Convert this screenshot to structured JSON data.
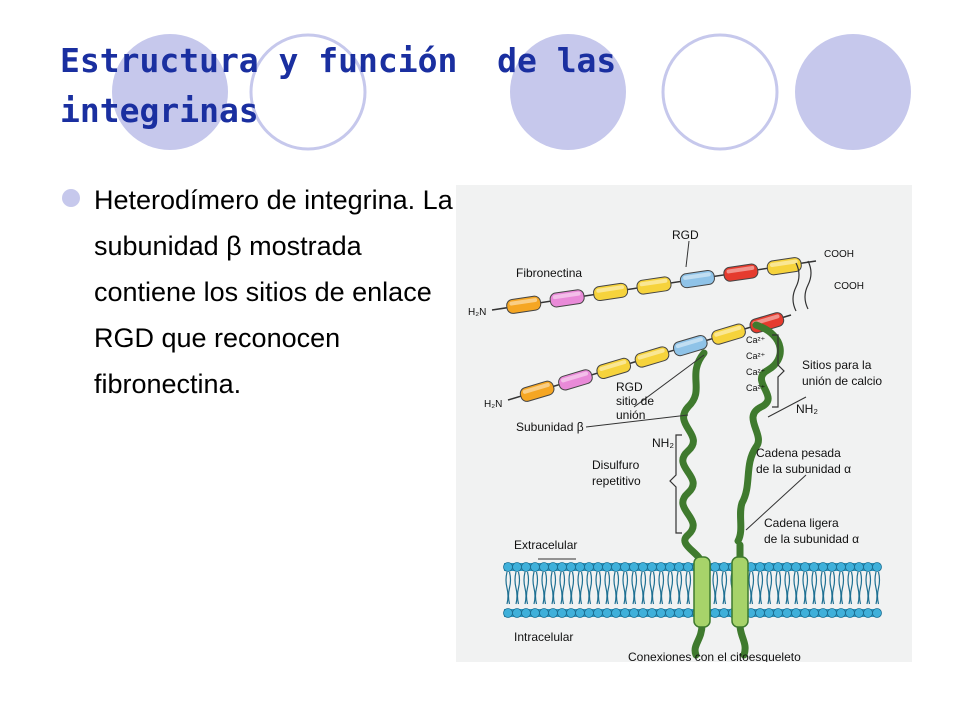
{
  "slide": {
    "title": "Estructura y función  de las\nintegrinas",
    "bullet_text": "Heterodímero de integrina. La subunidad β mostrada contiene los sitios de enlace RGD que reconocen fibronectina."
  },
  "colors": {
    "title": "#1a2fa0",
    "decor_fill": "#c6c8ec",
    "membrane": "#2a9cc7",
    "helix": "#3f7a2e"
  },
  "figure": {
    "labels": {
      "rgd_top": "RGD",
      "fibronectina": "Fibronectina",
      "cooh_1": "COOH",
      "cooh_2": "COOH",
      "h2n_1": "H₂N",
      "h2n_2": "H₂N",
      "ca_1": "Ca²⁺",
      "ca_2": "Ca²⁺",
      "ca_3": "Ca²⁺",
      "ca_4": "Ca²⁺",
      "sitios_calcio_1": "Sitios para la",
      "sitios_calcio_2": "unión de calcio",
      "nh2_right": "NH₂",
      "rgd_site_1": "RGD",
      "rgd_site_2": "sitio de",
      "rgd_site_3": "unión",
      "subunidad_beta": "Subunidad β",
      "nh2_left": "NH₂",
      "disulfuro_1": "Disulfuro",
      "disulfuro_2": "repetitivo",
      "cadena_pesada_1": "Cadena pesada",
      "cadena_pesada_2": "de la subunidad α",
      "cadena_ligera_1": "Cadena ligera",
      "cadena_ligera_2": "de la subunidad α",
      "extracelular": "Extracelular",
      "intracelular": "Intracelular",
      "conexiones": "Conexiones con el citoesqueleto"
    }
  }
}
